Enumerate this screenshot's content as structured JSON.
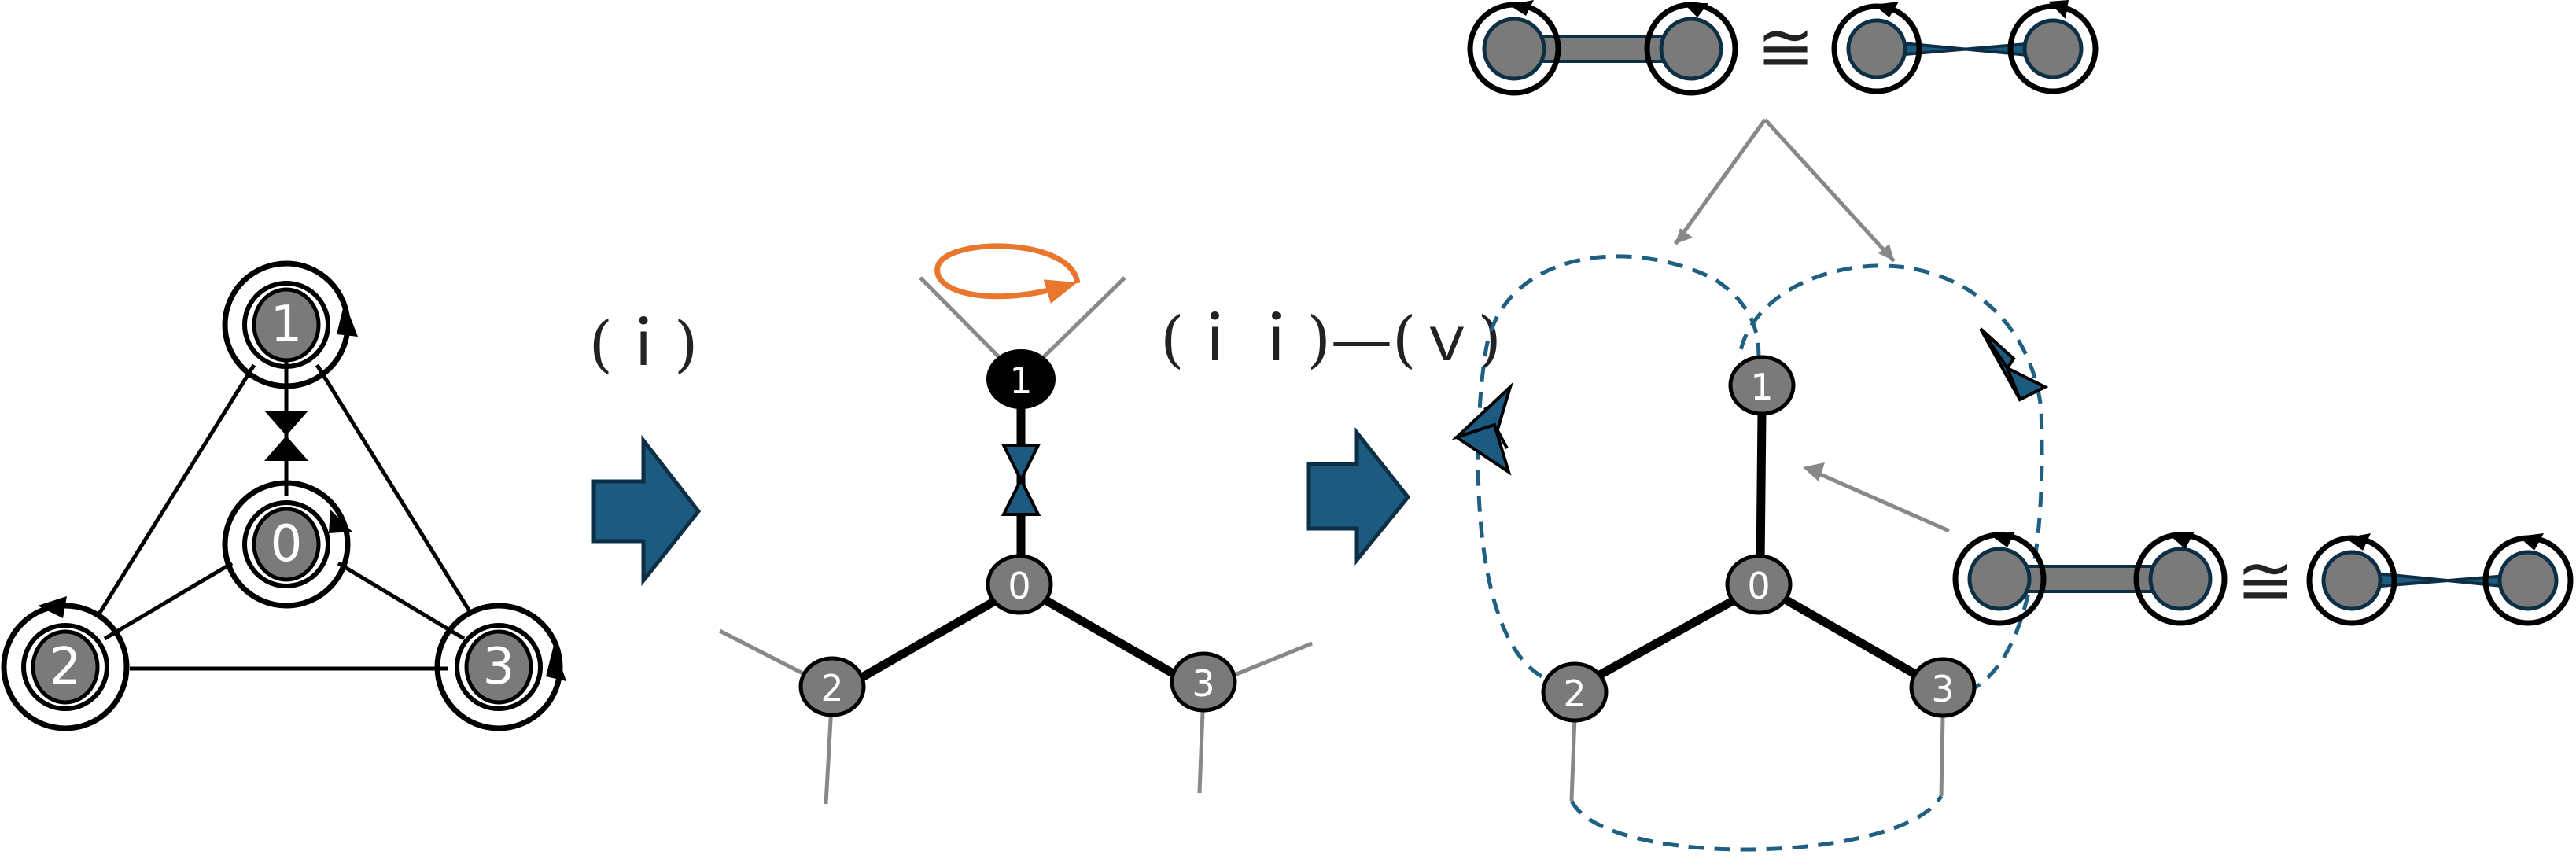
{
  "labels": {
    "step_i": "(ｉ)",
    "step_ii_v": "(ｉｉ)—(ｖ)",
    "congruent": "≅"
  },
  "nodes": {
    "n0": "0",
    "n1": "1",
    "n2": "2",
    "n3": "3"
  },
  "colors": {
    "node_fill": "#7a7a7a",
    "edge": "#000000",
    "arrow_fill": "#1c5a80",
    "dashed": "#1f5f82",
    "rotation_arrow": "#e8762d",
    "pointer": "#888888",
    "node_dark": "#000000"
  },
  "icons": {
    "step_arrow": "block-right-arrow",
    "twist": "bowtie-twist-icon",
    "loop": "circular-arrow-icon"
  }
}
